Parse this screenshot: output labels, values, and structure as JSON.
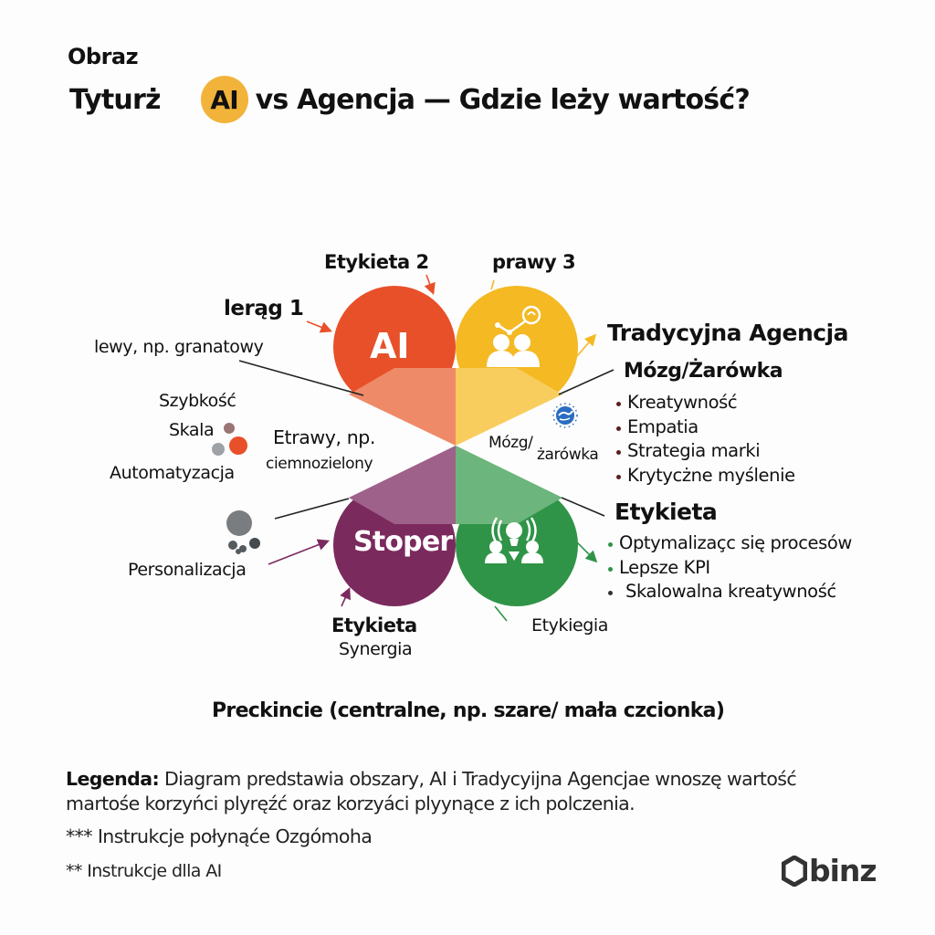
{
  "header": {
    "kicker": "Obraz",
    "title_prefix": "Tyturż",
    "title_badge": "AI",
    "title_rest": "vs Agencja — Gdzie leży wartość?"
  },
  "colors": {
    "ai_orange": "#e8502a",
    "agency_yellow": "#f4b923",
    "synergy_purple": "#7b2a5e",
    "benefit_green": "#2f9447",
    "badge_yellow": "#f2b33a"
  },
  "diagram": {
    "circles": {
      "top_left": {
        "label": "AI",
        "icon": "text-label"
      },
      "top_right": {
        "label": "",
        "icon": "team-lightbulb-icon"
      },
      "bottom_left": {
        "label": "Stoper",
        "icon": "text-label"
      },
      "bottom_right": {
        "label": "",
        "icon": "team-idea-icon"
      }
    },
    "annotations": {
      "etykieta_2": "Etykieta 2",
      "prawy_3": "prawy 3",
      "krag_1": "lerąg 1",
      "lewy": "lewy, np. granatowy",
      "szybkosc": "Szybkość",
      "skala": "Skala",
      "automatyzacja": "Automatyzacja",
      "etrawy_line1": "Etrawy, np.",
      "etrawy_line2": "ciemnozielony",
      "personalizacja": "Personalizacja",
      "etykieta_bottom": "Etykieta",
      "synergia": "Synergia",
      "etykiegia": "Etykiegia",
      "mozg_center_1": "Mózg/",
      "mozg_center_2": "żarówka"
    },
    "right_top_block": {
      "title": "Tradycyjna Agencja",
      "subtitle": "Mózg/Żarówka",
      "items": [
        "Kreatywność",
        "Empatia",
        "Strategia marki",
        "Krytycżne myślenie"
      ]
    },
    "right_bottom_block": {
      "title": "Etykieta",
      "items": [
        "Optymalizaçc się procesów",
        "Lepsze KPI",
        "Skalowalna kreatywność"
      ]
    },
    "caption": "Preckincie (centralne,  np. szare/ mała czcionka)"
  },
  "footer": {
    "legend_label": "Legenda:",
    "legend_text_line1": "Diagram predstawia obszary, AI i Tradycyijna Agencjae wnoszę wartość",
    "legend_text_line2": "martośe korzyńci plyręźć oraz korzyáci plyynące z ich polczenia.",
    "note_1": "*** Instrukcje połynąće Ozgómoha",
    "note_2": "** Instrukcje dlla AI",
    "logo_text": "binz"
  }
}
